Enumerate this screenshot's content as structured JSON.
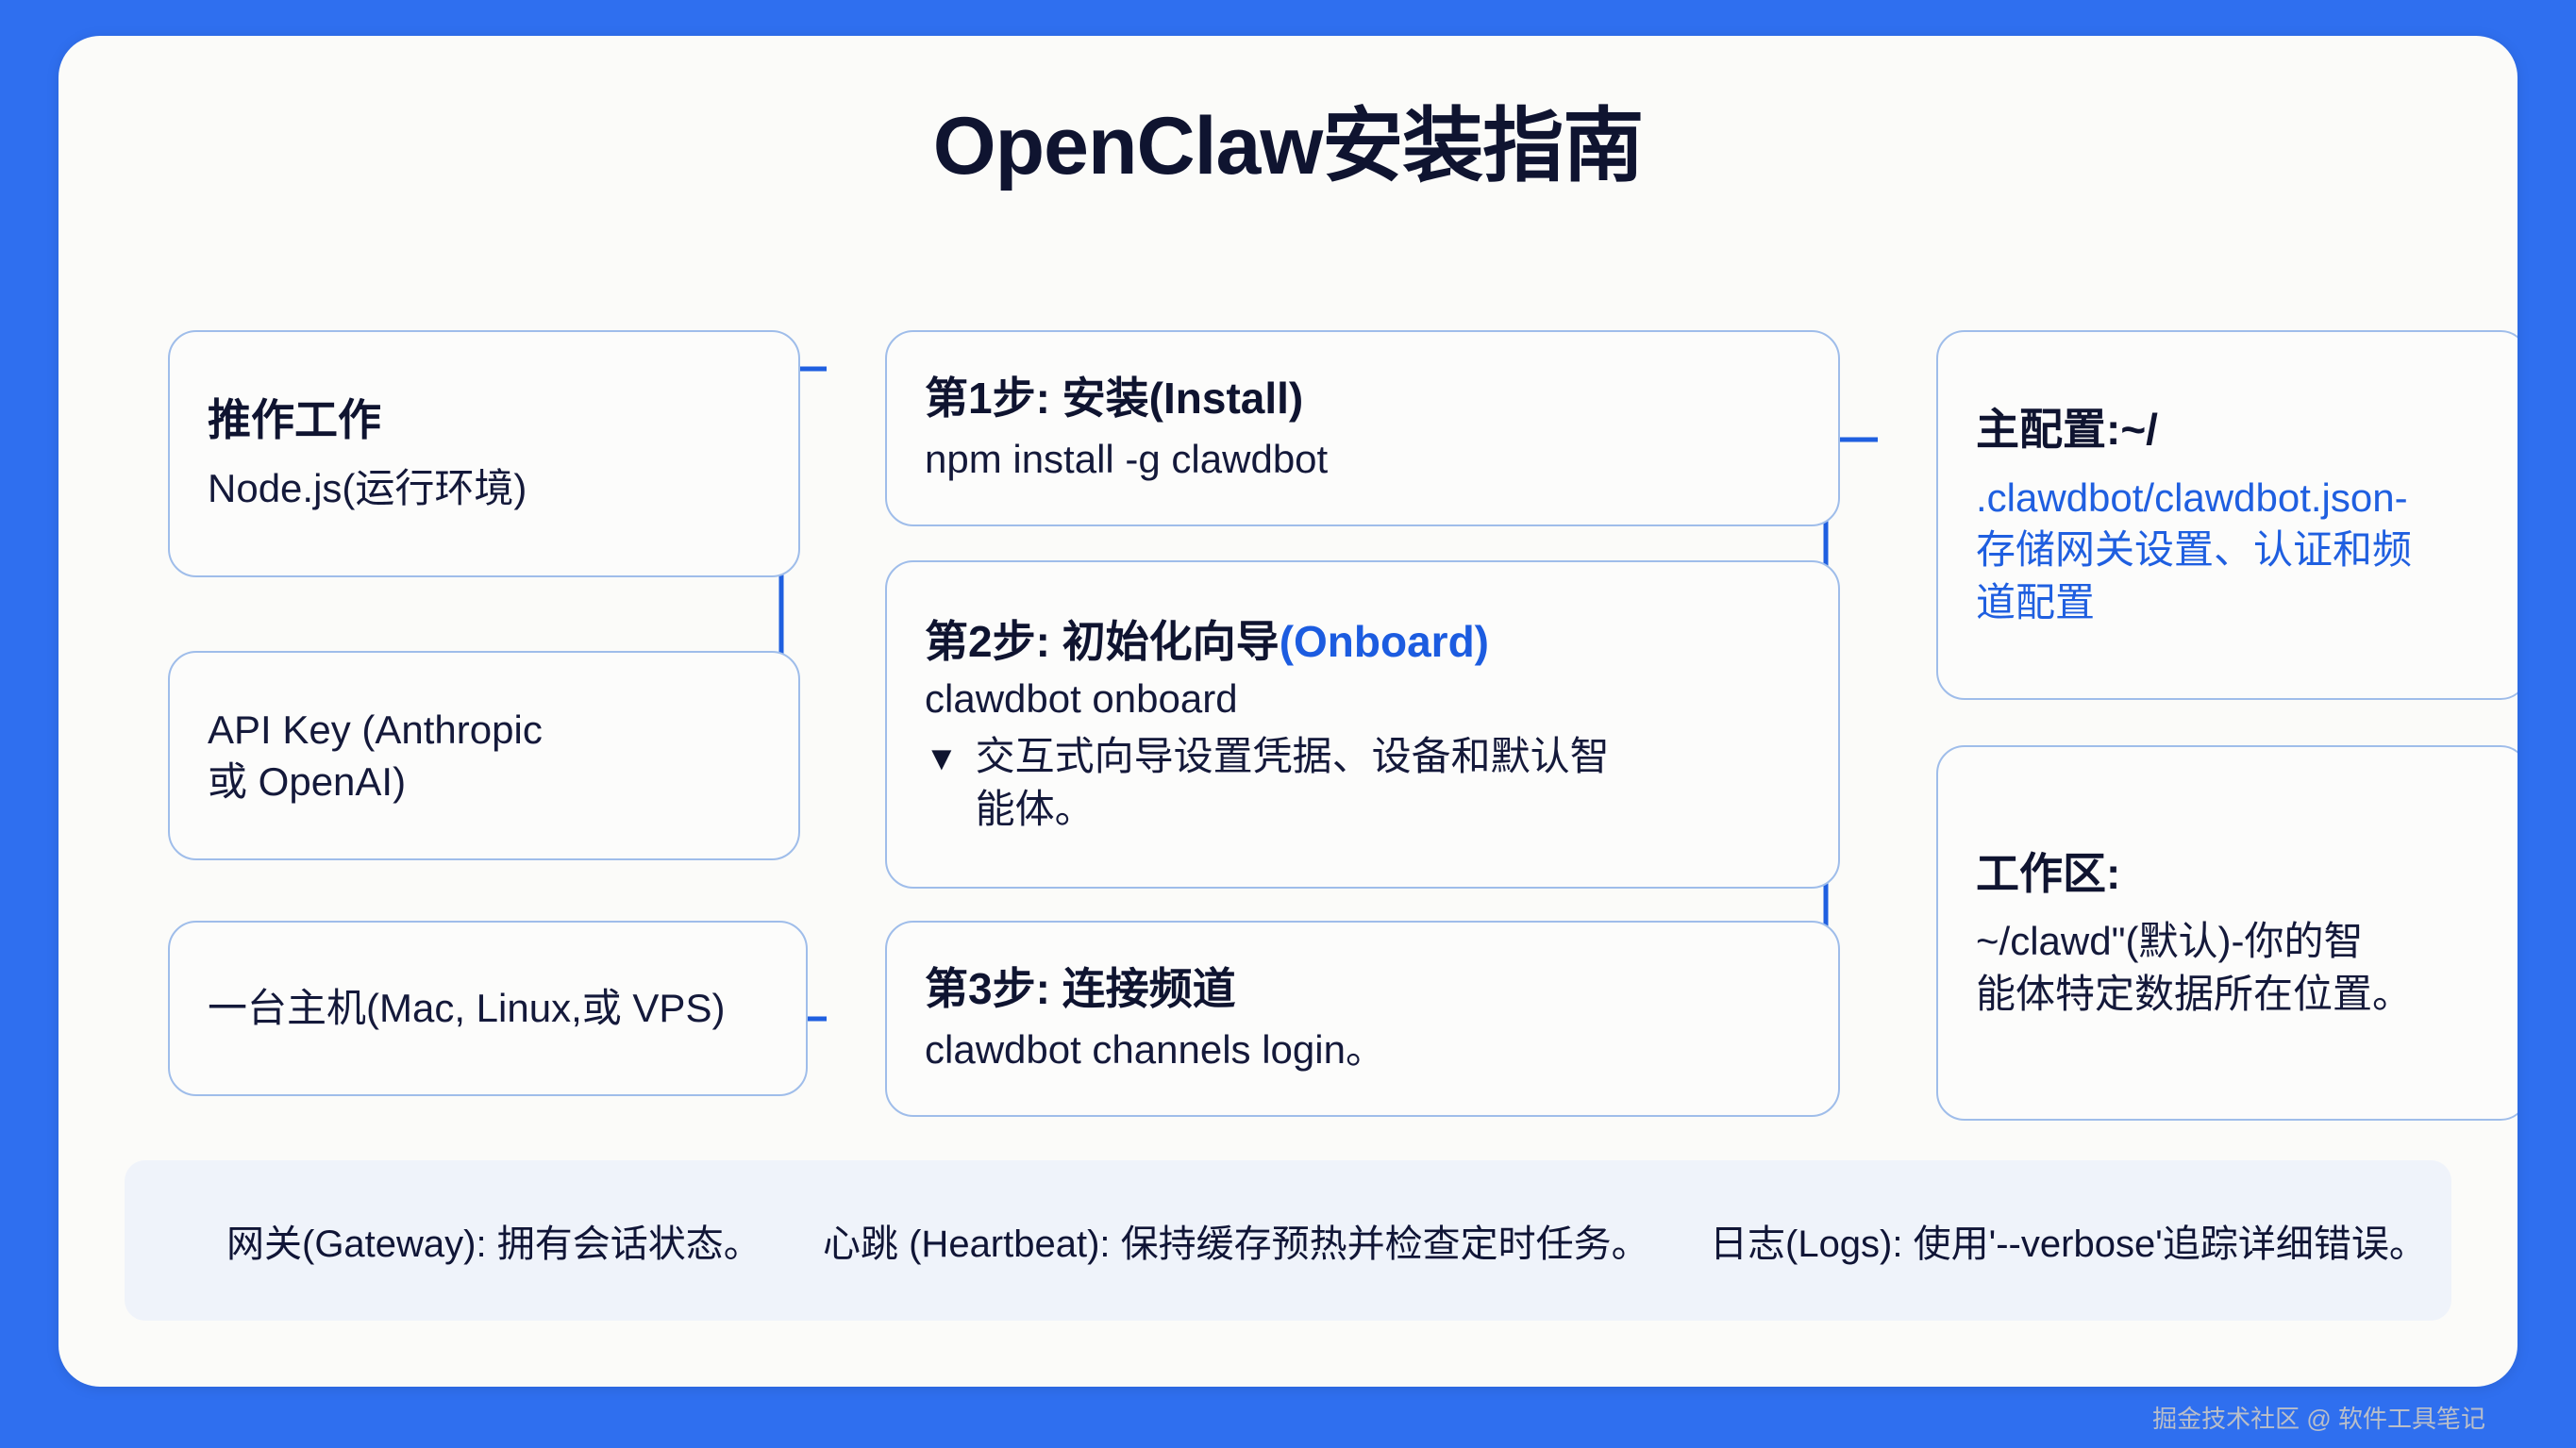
{
  "page": {
    "title": "OpenClaw安装指南",
    "background_color": "#2F6FEF",
    "panel_color": "#FBFBF9",
    "accent_color": "#1C5CE0",
    "card_border_color": "#9FBDEA",
    "text_color": "#0F1430"
  },
  "prerequisites": [
    {
      "heading": "推作工作",
      "body": "Node.js(运行环境)"
    },
    {
      "heading": "",
      "line1": "API Key (Anthropic",
      "line2": "或 OpenAI)"
    },
    {
      "heading": "",
      "body": "一台主机(Mac, Linux,或 VPS)"
    }
  ],
  "steps": [
    {
      "heading": "第1步: 安装(Install)",
      "command": "npm install -g clawdbot"
    },
    {
      "heading_main": "第2步: 初始化向导",
      "heading_accent": "(Onboard)",
      "command": "clawdbot onboard",
      "bullet_marker": "▼",
      "note_line1": "交互式向导设置凭据、设备和默认智",
      "note_line2": "能体。"
    },
    {
      "heading": "第3步: 连接频道",
      "command": "clawdbot channels login。"
    }
  ],
  "references": [
    {
      "heading": "主配置:~/",
      "line1": ".clawdbot/clawdbot.json-",
      "line2": "存储网关设置、认证和频",
      "line3": "道配置"
    },
    {
      "heading": "工作区:",
      "line1": "~/clawd\"(默认)-你的智",
      "line2": "能体特定数据所在位置。"
    }
  ],
  "footer": {
    "gateway": "网关(Gateway): 拥有会话状态。",
    "heartbeat": "心跳 (Heartbeat): 保持缓存预热并检查定时任务。",
    "logs": "日志(Logs): 使用'--verbose'追踪详细错误。"
  },
  "watermark": "掘金技术社区 @ 软件工具笔记"
}
